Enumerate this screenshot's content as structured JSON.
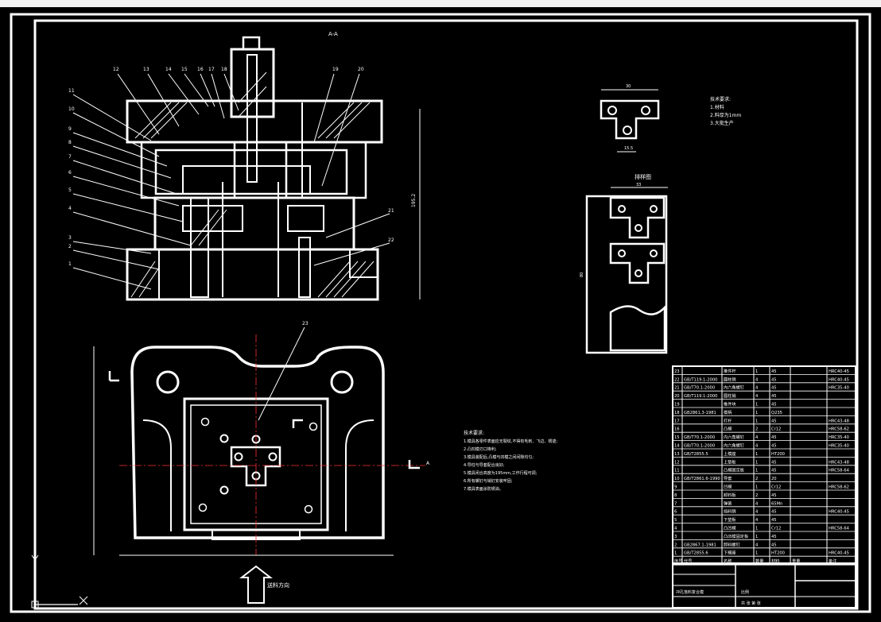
{
  "app": {
    "titlebar_color": "#f2f2f2",
    "background_color": "#000000",
    "line_color": "#ffffff",
    "centerline_color": "#ff3030",
    "label_color": "#ffffff"
  },
  "drawing": {
    "section_label": "A-A",
    "view_label": "A",
    "dims": {
      "overall_height": "195.2",
      "strip_pitch": "33",
      "strip_width": "80",
      "part_width": "30",
      "part_height": "15.5"
    },
    "feed_direction_label": "送料方向",
    "strip_layout_title": "排样图",
    "part_tech_title": "技术要求:",
    "part_tech_items": [
      "1.材料",
      "2.料厚为1mm",
      "3.大批生产"
    ],
    "tech_title": "技术要求:",
    "tech_items": [
      "1.模具各零件表面应无裂纹,不得有毛刺、飞边、锈迹;",
      "2.凸凹模刃口锋利;",
      "3.模具装配后,凸模与凹模之间间隙均匀;",
      "4.导柱与导套配合良好;",
      "5.模具闭合高度为195mm,工作行程可调;",
      "6.所有螺钉与销钉安装牢固;",
      "7.模具表面涂防锈油。"
    ],
    "balloons_top": [
      "12",
      "13",
      "14",
      "15",
      "16",
      "17",
      "18",
      "19",
      "20"
    ],
    "balloons_left": [
      "11",
      "10",
      "9",
      "8",
      "7",
      "6",
      "5",
      "4",
      "3",
      "2",
      "1"
    ],
    "balloons_right": [
      "21",
      "22"
    ],
    "balloon_plan": "23"
  },
  "bom": {
    "headers": [
      "序号",
      "代号",
      "名称",
      "数量",
      "材料",
      "重量",
      "备注"
    ],
    "rows": [
      [
        "23",
        "",
        "推件杆",
        "1",
        "45",
        "",
        "HRC40-45"
      ],
      [
        "22",
        "GB/T119.1-2000",
        "圆柱销",
        "4",
        "45",
        "",
        "HRC40-45"
      ],
      [
        "21",
        "GB/T70.1-2000",
        "内六角螺钉",
        "4",
        "45",
        "",
        "HRC35-40"
      ],
      [
        "20",
        "GB/T119.1-2000",
        "圆柱销",
        "4",
        "45",
        "",
        ""
      ],
      [
        "19",
        "",
        "推件块",
        "1",
        "45",
        "",
        ""
      ],
      [
        "18",
        "GB2861.3-1981",
        "模柄",
        "1",
        "Q235",
        "",
        ""
      ],
      [
        "17",
        "",
        "打杆",
        "1",
        "45",
        "",
        "HRC43-48"
      ],
      [
        "16",
        "",
        "凸模",
        "2",
        "Cr12",
        "",
        "HRC58-62"
      ],
      [
        "15",
        "GB/T70.1-2000",
        "内六角螺钉",
        "4",
        "45",
        "",
        "HRC35-40"
      ],
      [
        "14",
        "GB/T70.1-2000",
        "内六角螺钉",
        "4",
        "45",
        "",
        "HRC35-40"
      ],
      [
        "13",
        "GB/T2855.5",
        "上模座",
        "1",
        "HT200",
        "",
        ""
      ],
      [
        "12",
        "",
        "上垫板",
        "1",
        "45",
        "",
        "HRC43-48"
      ],
      [
        "11",
        "",
        "凸模固定板",
        "1",
        "45",
        "",
        "HRC58-64"
      ],
      [
        "10",
        "GB/T2861.6-1990",
        "导套",
        "2",
        "20",
        "",
        ""
      ],
      [
        "9",
        "",
        "凹模",
        "1",
        "Cr12",
        "",
        "HRC58-62"
      ],
      [
        "8",
        "",
        "卸料板",
        "2",
        "45",
        "",
        ""
      ],
      [
        "7",
        "",
        "弹簧",
        "4",
        "65Mn",
        "",
        ""
      ],
      [
        "6",
        "",
        "挡料销",
        "4",
        "45",
        "",
        "HRC40-45"
      ],
      [
        "5",
        "",
        "下垫板",
        "4",
        "45",
        "",
        ""
      ],
      [
        "4",
        "",
        "凸凹模",
        "1",
        "Cr12",
        "",
        "HRC58-64"
      ],
      [
        "3",
        "",
        "凸凹模固定板",
        "1",
        "45",
        "",
        ""
      ],
      [
        "2",
        "GB2867.1-1981",
        "卸料螺钉",
        "4",
        "45",
        "",
        ""
      ],
      [
        "1",
        "GB/T2855.6",
        "下模座",
        "1",
        "HT200",
        "",
        "HRC40-45"
      ]
    ],
    "title_block": {
      "name": "冲孔落料复合模",
      "scale_label": "比例",
      "sheet_label": "共 张 第 张"
    }
  }
}
